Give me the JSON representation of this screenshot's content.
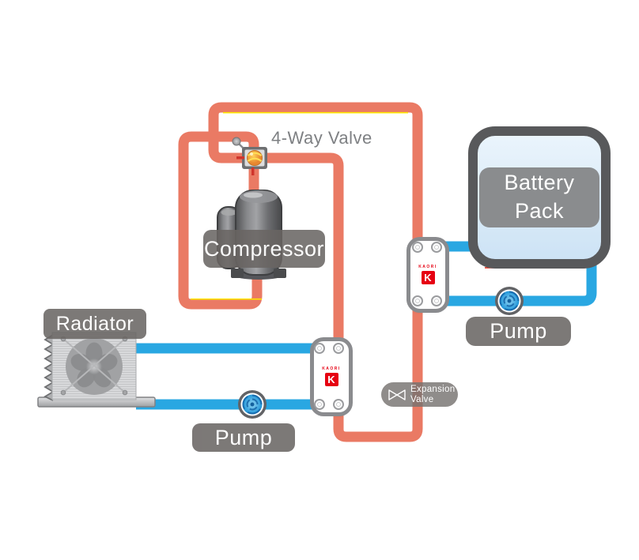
{
  "labels": {
    "four_way_valve": "4-Way Valve",
    "compressor": "Compressor",
    "radiator": "Radiator",
    "pump_left": "Pump",
    "pump_right": "Pump",
    "battery": {
      "line1": "Battery",
      "line2": "Pack"
    },
    "expansion": {
      "line1": "Expansion",
      "line2": "Valve"
    },
    "hx_brand": "KAORI",
    "hx_logo_letter": "K"
  },
  "colors": {
    "refrigerant_pipe": "#EA7A64",
    "coolant_pipe": "#29A7E2",
    "pipe_highlight_yellow": "#FFE500",
    "battery_underline_red": "#E0200F",
    "label_background": "rgba(105,101,99,0.92)",
    "label_text": "#FFFFFF",
    "annotation_text": "#7E8083",
    "battery_label_background": "#8A8C8E",
    "battery_border": "#58595B",
    "brand_red": "#E60012"
  },
  "icons": {
    "four_way_valve": "ball-valve-icon",
    "expansion_valve": "bowtie-valve-icon",
    "pump": "impeller-swirl-icon",
    "radiator": "fan-icon",
    "heat_exchanger": "plate-hx-with-ports"
  }
}
